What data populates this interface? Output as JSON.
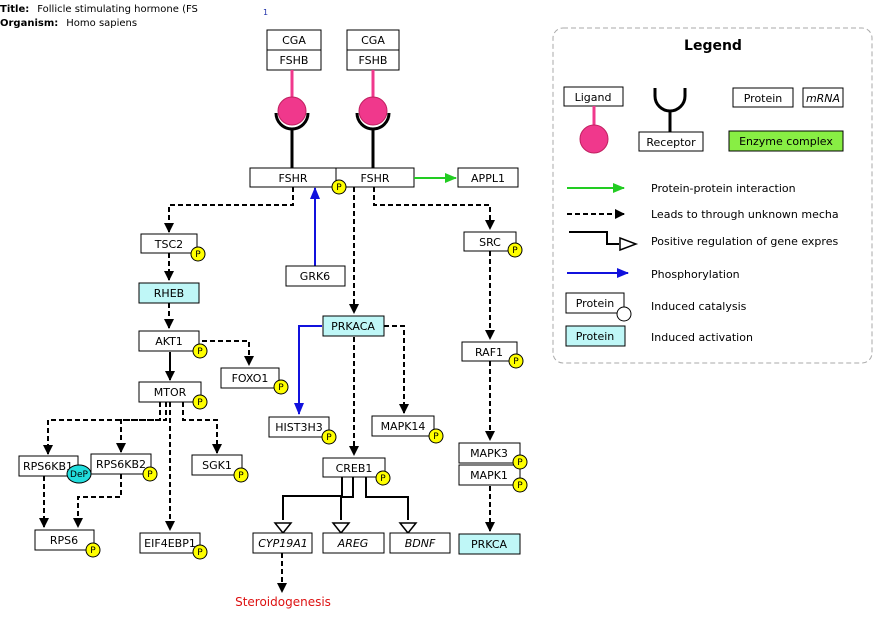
{
  "header": {
    "title_label": "Title:",
    "title": "Follicle stimulating hormone (FS",
    "organism_label": "Organism:",
    "organism": "Homo sapiens",
    "page_number": "1"
  },
  "nodes": {
    "cga1": "CGA",
    "fshb1": "FSHB",
    "cga2": "CGA",
    "fshb2": "FSHB",
    "fshr1": "FSHR",
    "fshr2": "FSHR",
    "appl1": "APPL1",
    "tsc2": "TSC2",
    "rheb": "RHEB",
    "akt1": "AKT1",
    "foxo1": "FOXO1",
    "mtor": "MTOR",
    "rps6kb1": "RPS6KB1",
    "rps6kb2": "RPS6KB2",
    "rps6": "RPS6",
    "sgk1": "SGK1",
    "eif4ebp1": "EIF4EBP1",
    "grk6": "GRK6",
    "prkaca": "PRKACA",
    "hist3h3": "HIST3H3",
    "mapk14": "MAPK14",
    "creb1": "CREB1",
    "cyp19a1": "CYP19A1",
    "areg": "AREG",
    "bdnf": "BDNF",
    "src": "SRC",
    "raf1": "RAF1",
    "mapk3": "MAPK3",
    "mapk1": "MAPK1",
    "prkca": "PRKCA",
    "steroidogenesis": "Steroidogenesis"
  },
  "badges": {
    "phospho": "P",
    "dephospho": "DeP"
  },
  "legend": {
    "title": "Legend",
    "ligand": "Ligand",
    "receptor": "Receptor",
    "protein": "Protein",
    "mrna": "mRNA",
    "enzyme_complex": "Enzyme complex",
    "protein_protein": "Protein-protein interaction",
    "leads_to": "Leads to through unknown mecha",
    "positive_regulation": "Positive regulation of gene expres",
    "phosphorylation": "Phosphorylation",
    "catalysis_box": "Protein",
    "induced_catalysis": "Induced catalysis",
    "activation_box": "Protein",
    "induced_activation": "Induced activation"
  },
  "colors": {
    "ligand": "#f0388c",
    "green_arrow": "#22cc22",
    "blue_arrow": "#1111dd",
    "cyan_box": "#bff7f7",
    "phospho_badge": "#ffff00",
    "dephospho_badge": "#22dddd",
    "enzyme_complex": "#88ee44",
    "outcome_text": "#dd1111"
  }
}
